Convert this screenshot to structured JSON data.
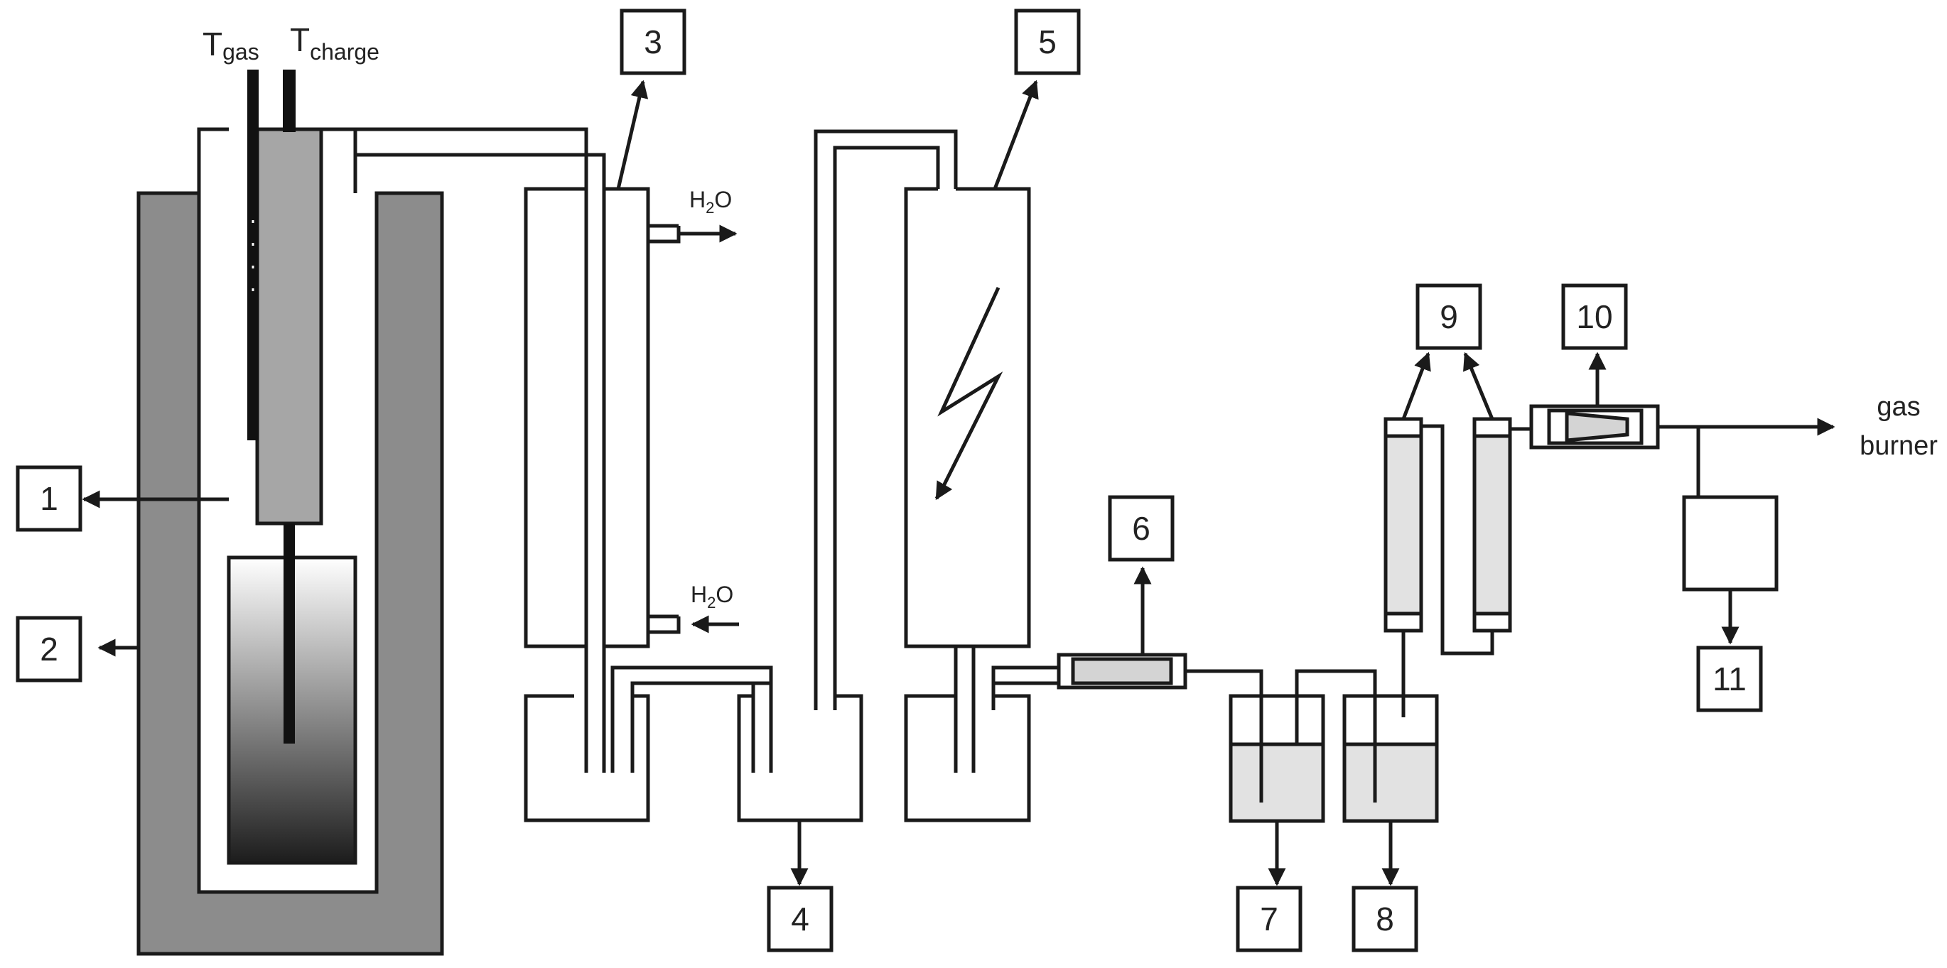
{
  "colors": {
    "line": "#1a1a1a",
    "wall": "#8c8c8c",
    "tube": "#a6a6a6",
    "liquid": "#e2e2e2"
  },
  "labels": {
    "t_gas_main": "T",
    "t_gas_sub": "gas",
    "t_charge_main": "T",
    "t_charge_sub": "charge",
    "h2o_top_main": "H",
    "h2o_top_sub": "2",
    "h2o_top_tail": "O",
    "h2o_bottom_main": "H",
    "h2o_bottom_sub": "2",
    "h2o_bottom_tail": "O",
    "gas_burner_line1": "gas",
    "gas_burner_line2": "burner"
  },
  "boxes": [
    "1",
    "2",
    "3",
    "4",
    "5",
    "6",
    "7",
    "8",
    "9",
    "10",
    "11"
  ]
}
